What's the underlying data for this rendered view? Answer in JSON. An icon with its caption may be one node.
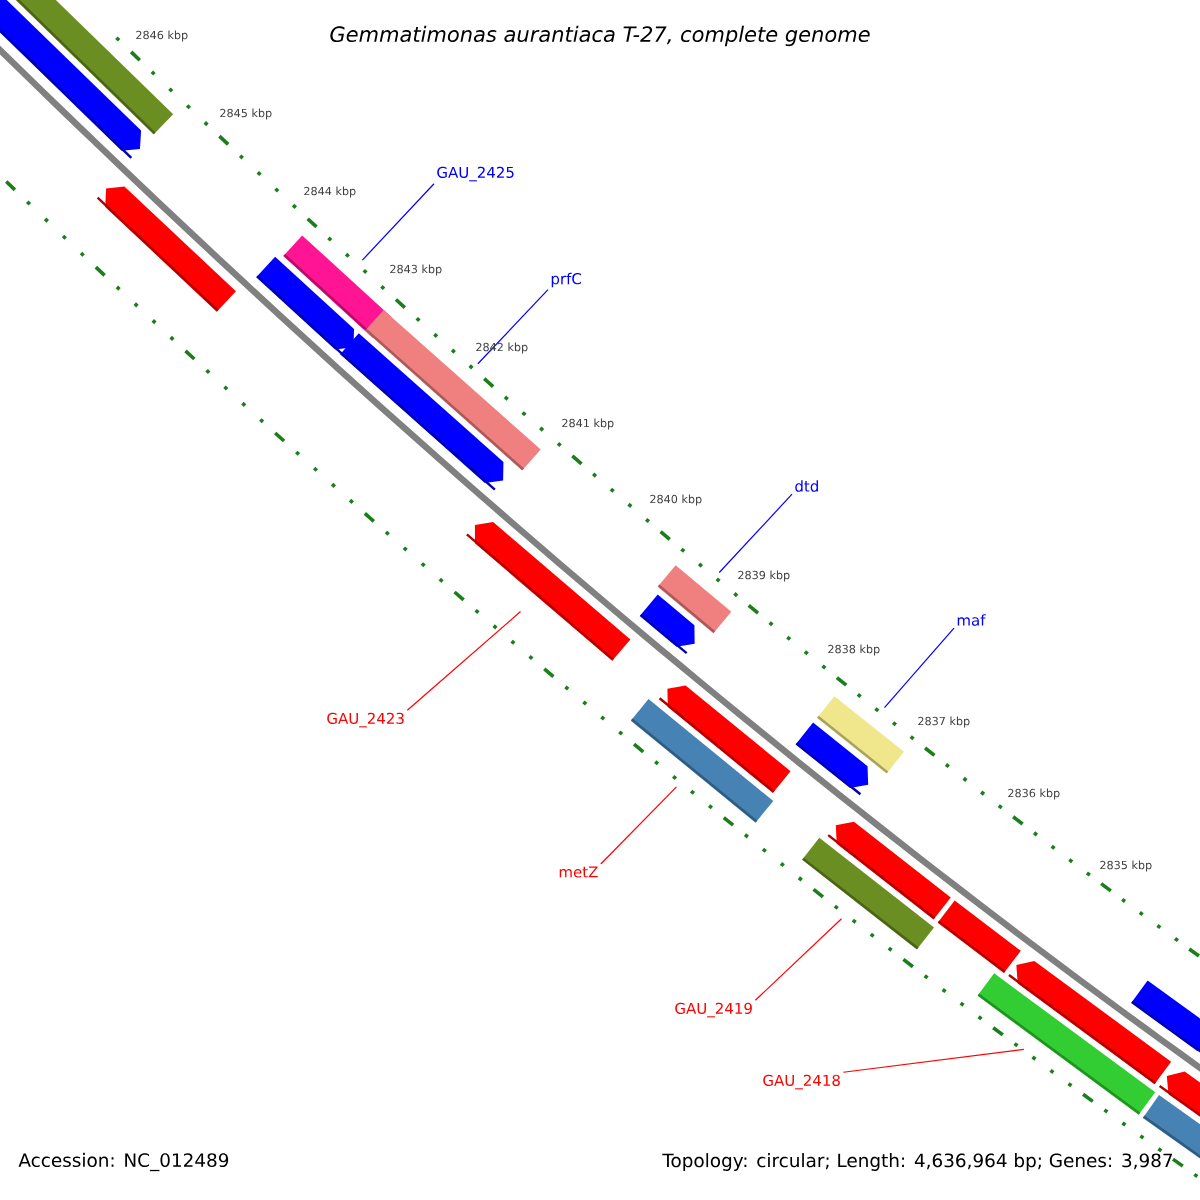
{
  "diagram": {
    "title": "Gemmatimonas aurantiaca T-27, complete genome",
    "nodes": [
      {
        "text": [
          "GAU_2425"
        ]
      },
      {
        "text": [
          "prfC"
        ]
      },
      {
        "text": [
          "dtd"
        ]
      },
      {
        "text": [
          "maf"
        ]
      },
      {
        "text": [
          "GAU_2423"
        ]
      },
      {
        "text": [
          "metZ"
        ]
      },
      {
        "text": [
          "GAU_2419"
        ]
      },
      {
        "text": [
          "GAU_2418"
        ]
      },
      {
        "text": [],
        "shape": "bar"
      },
      {
        "text": [],
        "shape": "bar"
      },
      {
        "text": [],
        "shape": "bar"
      },
      {
        "text": [],
        "shape": "bar"
      },
      {
        "text": [],
        "shape": "arrow"
      },
      {
        "text": [],
        "shape": "bar"
      },
      {
        "text": [],
        "shape": "bar"
      },
      {
        "text": [],
        "shape": "bar"
      }
    ],
    "edges": [
      {
        "from": 0,
        "to": 8,
        "arrow": "none",
        "color": "#0000ff"
      },
      {
        "from": 1,
        "to": 9,
        "arrow": "none",
        "color": "#0000ff"
      },
      {
        "from": 2,
        "to": 10,
        "arrow": "none",
        "color": "#0000ff"
      },
      {
        "from": 3,
        "to": 11,
        "arrow": "none",
        "color": "#0000ff"
      },
      {
        "from": 4,
        "to": 12,
        "arrow": "none",
        "color": "#ff0000"
      },
      {
        "from": 5,
        "to": 13,
        "arrow": "none",
        "color": "#ff0000"
      },
      {
        "from": 6,
        "to": 14,
        "arrow": "none",
        "color": "#ff0000"
      },
      {
        "from": 7,
        "to": 15,
        "arrow": "none",
        "color": "#ff0000"
      }
    ],
    "labels": [
      "2846 kbp",
      "2845 kbp",
      "2844 kbp",
      "2843 kbp",
      "2842 kbp",
      "2841 kbp",
      "2840 kbp",
      "2839 kbp",
      "2838 kbp",
      "2837 kbp",
      "2836 kbp",
      "2835 kbp",
      "Accession: NC_012489",
      "Topology: circular; Length: 4,636,964 bp; Genes: 3,987"
    ]
  }
}
